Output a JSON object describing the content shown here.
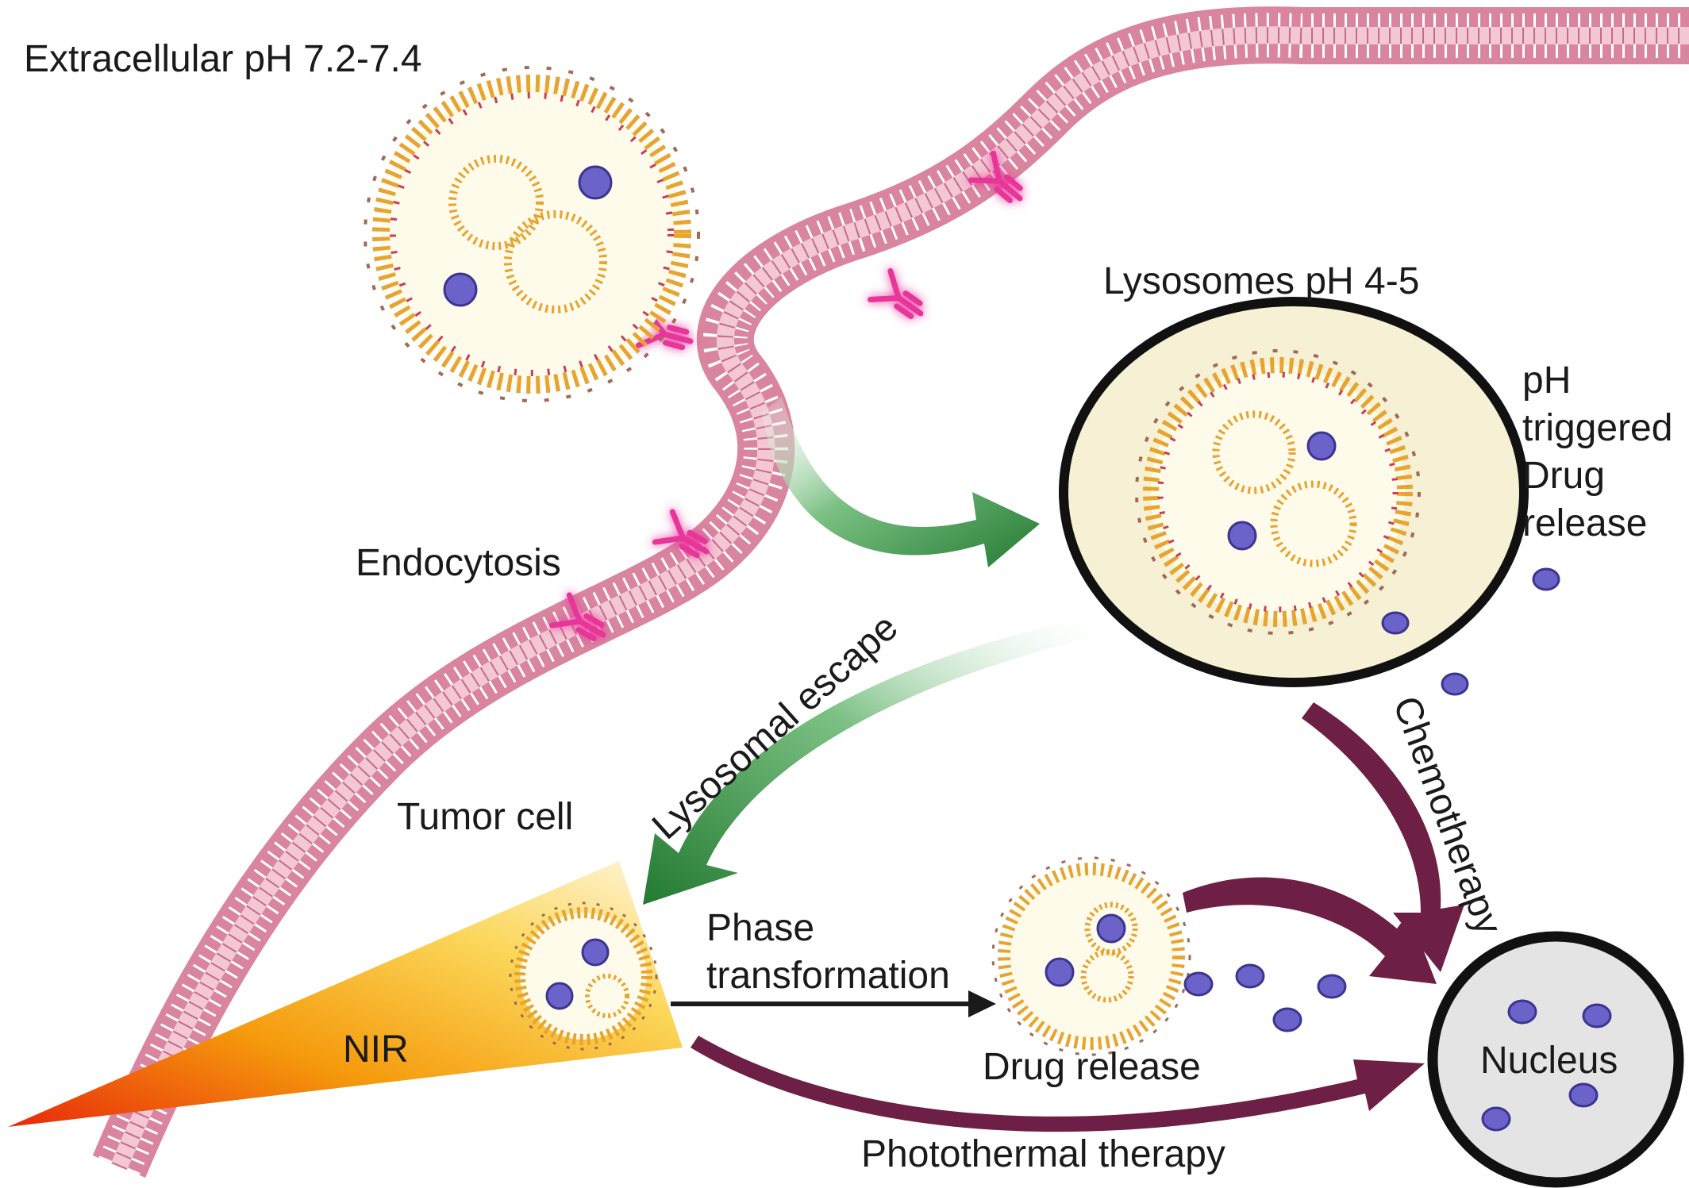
{
  "labels": {
    "extracellular": "Extracellular pH 7.2-7.4",
    "lysosomes": "Lysosomes pH 4-5",
    "ph_line1": "pH",
    "ph_line2": "triggered",
    "ph_line3": "Drug",
    "ph_line4": "release",
    "endocytosis": "Endocytosis",
    "tumor_cell": "Tumor cell",
    "lysosomal_escape": "Lysosomal escape",
    "chemotherapy": "Chemotherapy",
    "phase_line1": "Phase",
    "phase_line2": "transformation",
    "drug_release": "Drug release",
    "nir": "NIR",
    "nucleus": "Nucleus",
    "photothermal": "Photothermal therapy"
  },
  "colors": {
    "membrane": "#d9859f",
    "membrane_dark": "#c46b88",
    "antibody": "#e8349a",
    "green_arrow": "#2e8a3c",
    "maroon_arrow": "#6d1f45",
    "lysosome_fill": "#f6f1d4",
    "nucleus_fill": "#e4e4e4",
    "drug": "#6b63c9",
    "nir_start": "#e8290b",
    "nir_end": "#fff4d6"
  }
}
